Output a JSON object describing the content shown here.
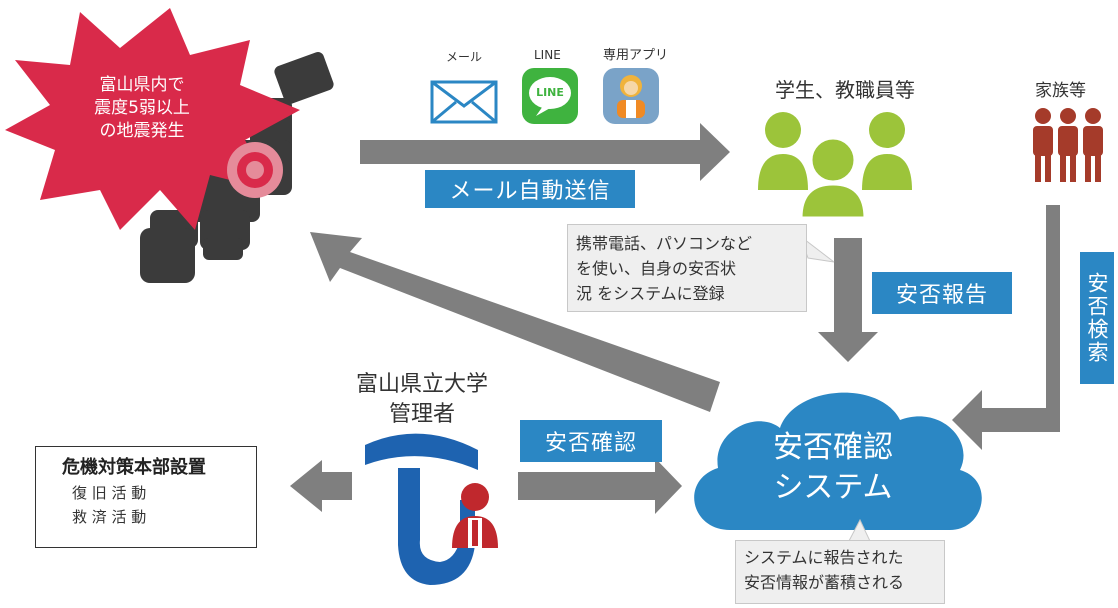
{
  "burst": {
    "line1": "富山県内で",
    "line2": "震度5弱以上",
    "line3": "の地震発生"
  },
  "channels": {
    "mail": "メール",
    "line_label": "LINE",
    "line_icon_text": "LINE",
    "app": "専用アプリ"
  },
  "auto_send": "メール自動送信",
  "students": "学生、教職員等",
  "family": "家族等",
  "callout_top": {
    "line1": "携帯電話、パソコンなど",
    "line2": "を使い、自身の安否状",
    "line3": "況 をシステムに登録"
  },
  "report": "安否報告",
  "search": "安否検索",
  "admin": {
    "line1": "富山県立大学",
    "line2": "管理者"
  },
  "confirm": "安否確認",
  "cloud": {
    "line1": "安否確認",
    "line2": "システム"
  },
  "hq": {
    "title": "危機対策本部設置",
    "item1": "復 旧 活 動",
    "item2": "救 済 活 動"
  },
  "callout_bottom": {
    "line1": "システムに報告された",
    "line2": "安否情報が蓄積される"
  },
  "colors": {
    "burst": "#d92a4a",
    "arrow": "#7f7f7f",
    "people": "#9cc43a",
    "family": "#a53b2a",
    "cloud": "#2b87c4",
    "box": "#2b87c4"
  }
}
